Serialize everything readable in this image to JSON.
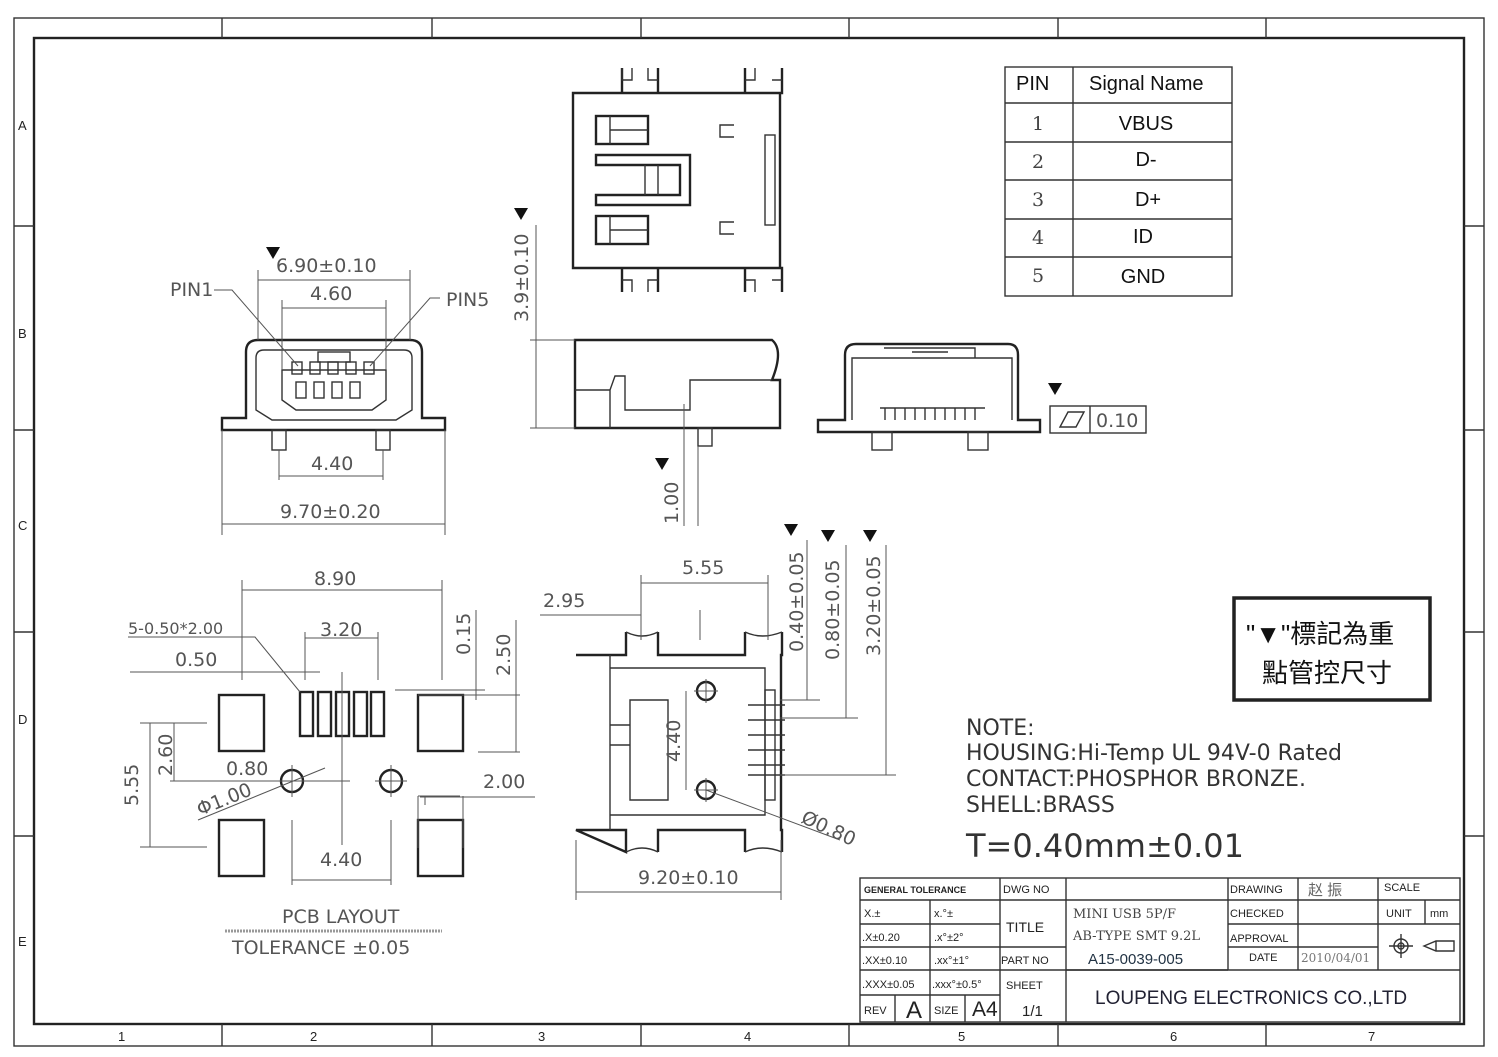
{
  "grid": {
    "columns": [
      "1",
      "2",
      "3",
      "4",
      "5",
      "6",
      "7"
    ],
    "rows": [
      "A",
      "B",
      "C",
      "D",
      "E"
    ]
  },
  "pin_table": {
    "header": [
      "PIN",
      "Signal Name"
    ],
    "rows": [
      {
        "pin": "1",
        "signal": "VBUS"
      },
      {
        "pin": "2",
        "signal": "D-"
      },
      {
        "pin": "3",
        "signal": "D+"
      },
      {
        "pin": "4",
        "signal": "ID"
      },
      {
        "pin": "5",
        "signal": "GND"
      }
    ]
  },
  "front_view": {
    "width_overall": "6.90±0.10",
    "width_inner": "4.60",
    "pin1": "PIN1",
    "pin5": "PIN5",
    "leg_spacing": "4.40",
    "width_tabs": "9.70±0.20"
  },
  "side_view": {
    "height": "3.9±0.10",
    "leg": "1.00"
  },
  "flatness": {
    "value": "0.10"
  },
  "pcb_layout": {
    "width": "8.90",
    "pad_spec": "5-0.50*2.00",
    "pad_span": "3.20",
    "pitch": "0.50",
    "offset": "0.15",
    "tab_height": "2.50",
    "hole_offset": "2.60",
    "tab_span": "5.55",
    "hole_gap": "0.80",
    "hole_dia": "Φ1.00",
    "tab_width": "2.00",
    "hole_spacing": "4.40",
    "title": "PCB LAYOUT",
    "tolerance": "TOLERANCE ±0.05"
  },
  "bottom_view": {
    "tab_span": "5.55",
    "offset": "2.95",
    "d1": "0.40±0.05",
    "d2": "0.80±0.05",
    "d3": "3.20±0.05",
    "hole_spacing": "4.40",
    "hole_dia": "Ø0.80",
    "length": "9.20±0.10"
  },
  "legend": {
    "line1": "\"▼\"標記為重",
    "line2": "點管控尺寸"
  },
  "note": {
    "title": "NOTE:",
    "lines": [
      "HOUSING:Hi-Temp UL 94V-0 Rated",
      "CONTACT:PHOSPHOR BRONZE.",
      "SHELL:BRASS"
    ],
    "thickness": "T=0.40mm±0.01"
  },
  "title_block": {
    "general_tolerance": "GENERAL TOLERANCE",
    "tol": [
      [
        "X.±",
        "x.°±"
      ],
      [
        ".X±0.20",
        ".x°±2°"
      ],
      [
        ".XX±0.10",
        ".xx°±1°"
      ],
      [
        ".XXX±0.05",
        ".xxx°±0.5°"
      ]
    ],
    "dwg_no_label": "DWG NO",
    "title_label": "TITLE",
    "title_line1": "MINI USB 5P/F",
    "title_line2": "AB-TYPE SMT 9.2L",
    "part_no_label": "PART NO",
    "part_no": "A15-0039-005",
    "sheet_label": "SHEET",
    "sheet": "1/1",
    "rev_label": "REV",
    "rev": "A",
    "size_label": "SIZE",
    "size": "A4",
    "drawing_label": "DRAWING",
    "drawing_by": "赵 振",
    "checked_label": "CHECKED",
    "approval_label": "APPROVAL",
    "date_label": "DATE",
    "date": "2010/04/01",
    "scale_label": "SCALE",
    "unit_label": "UNIT",
    "unit": "mm",
    "company": "LOUPENG ELECTRONICS CO.,LTD"
  }
}
